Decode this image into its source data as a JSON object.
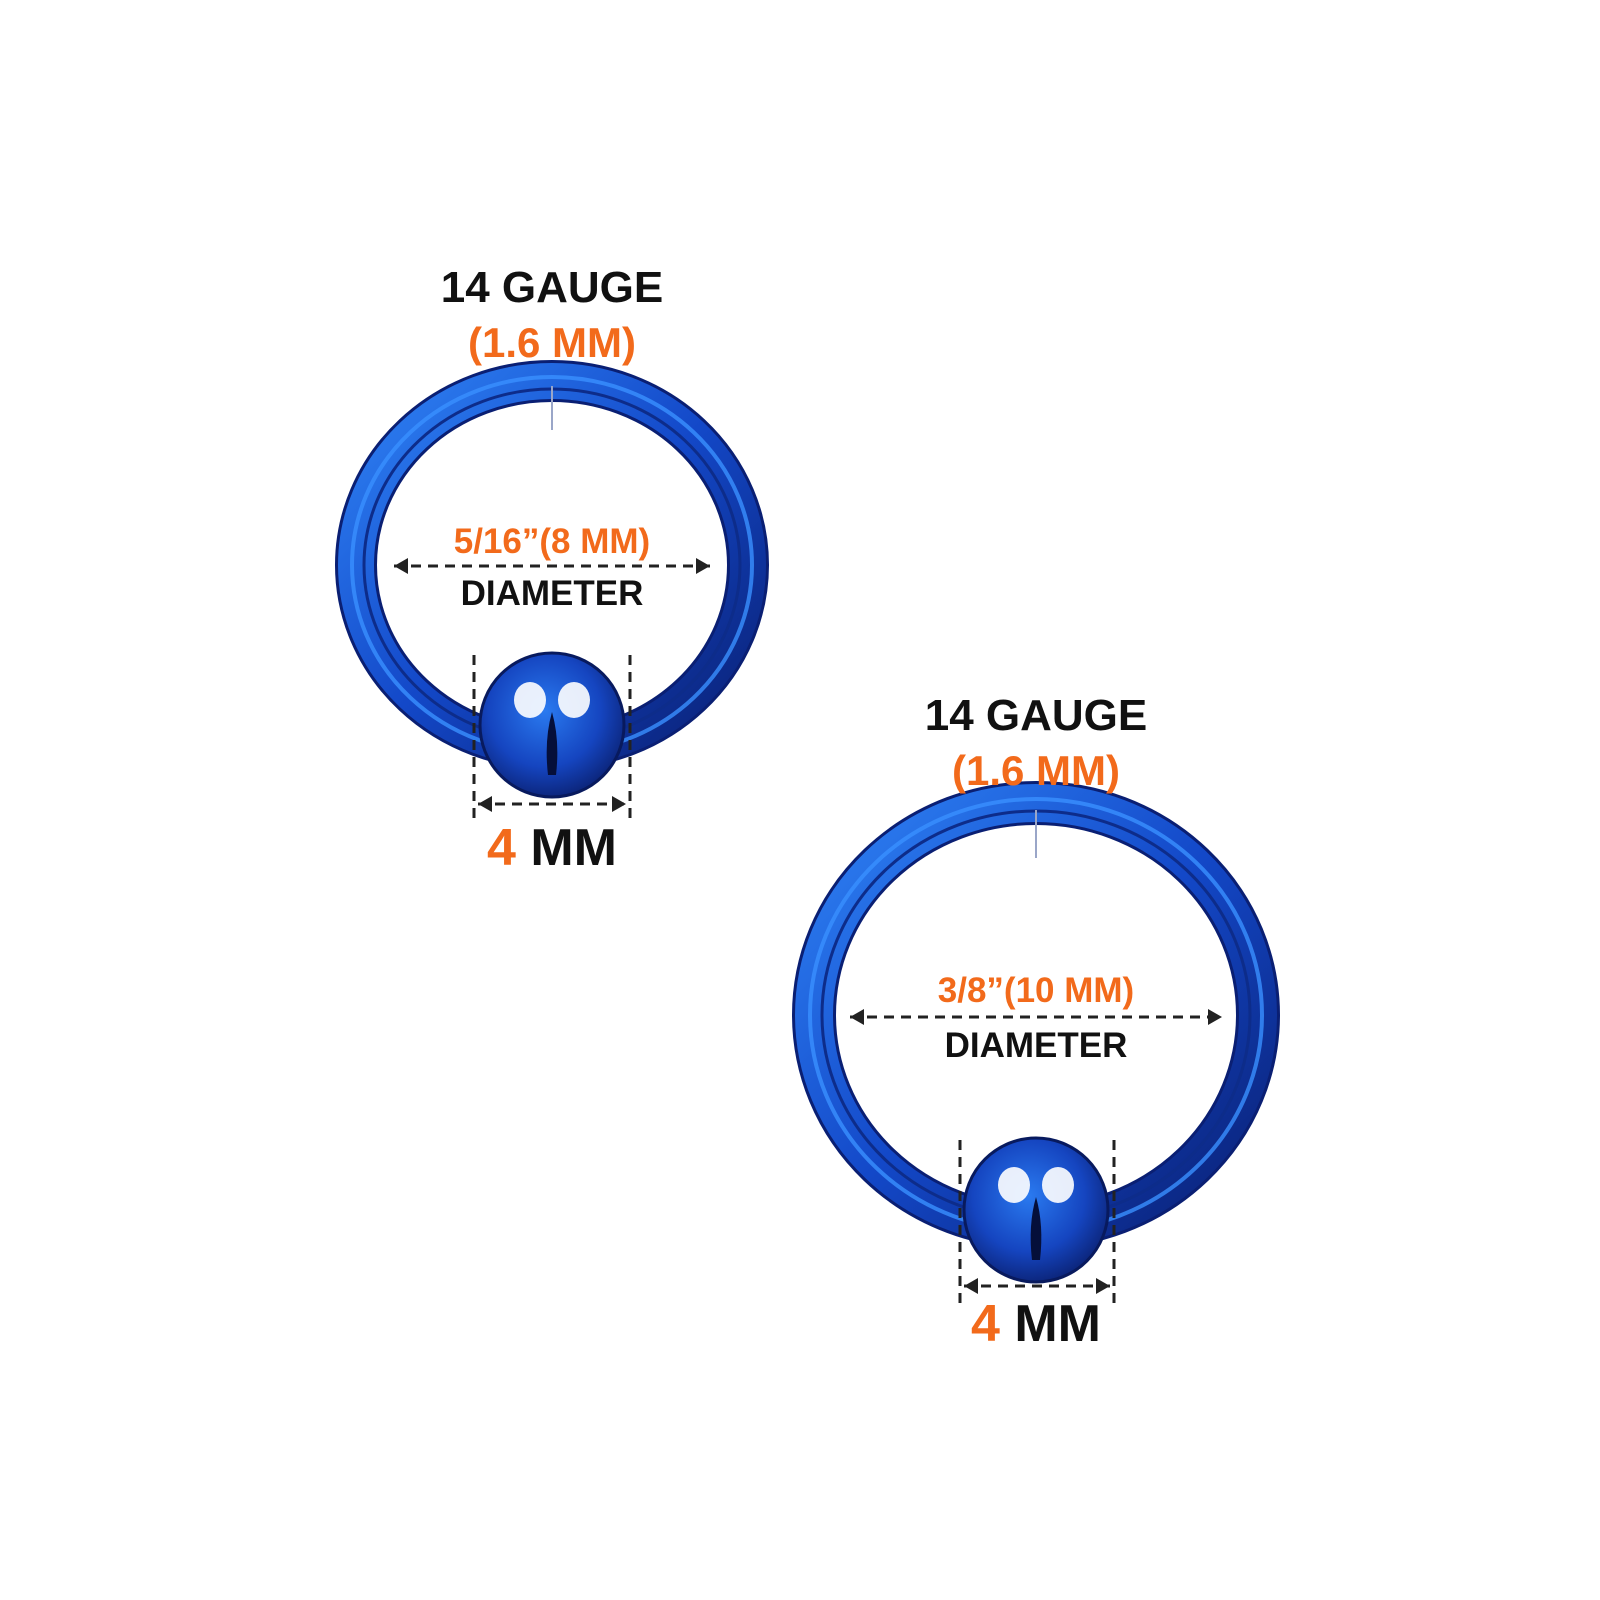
{
  "colors": {
    "ring": "#1348c8",
    "ring_dark": "#0a1f73",
    "ring_light": "#2f83f5",
    "orange": "#f26a1b",
    "text": "#111111",
    "dash": "#222222",
    "background": "#ffffff"
  },
  "rings": [
    {
      "gauge_label": "14 GAUGE",
      "gauge_mm_label": "(1.6 MM)",
      "diameter_value": "5/16”(8 MM)",
      "diameter_word": "DIAMETER",
      "ball_size_number": "4",
      "ball_size_unit": " MM"
    },
    {
      "gauge_label": "14 GAUGE",
      "gauge_mm_label": "(1.6 MM)",
      "diameter_value": "3/8”(10 MM)",
      "diameter_word": "DIAMETER",
      "ball_size_number": "4",
      "ball_size_unit": " MM"
    }
  ]
}
